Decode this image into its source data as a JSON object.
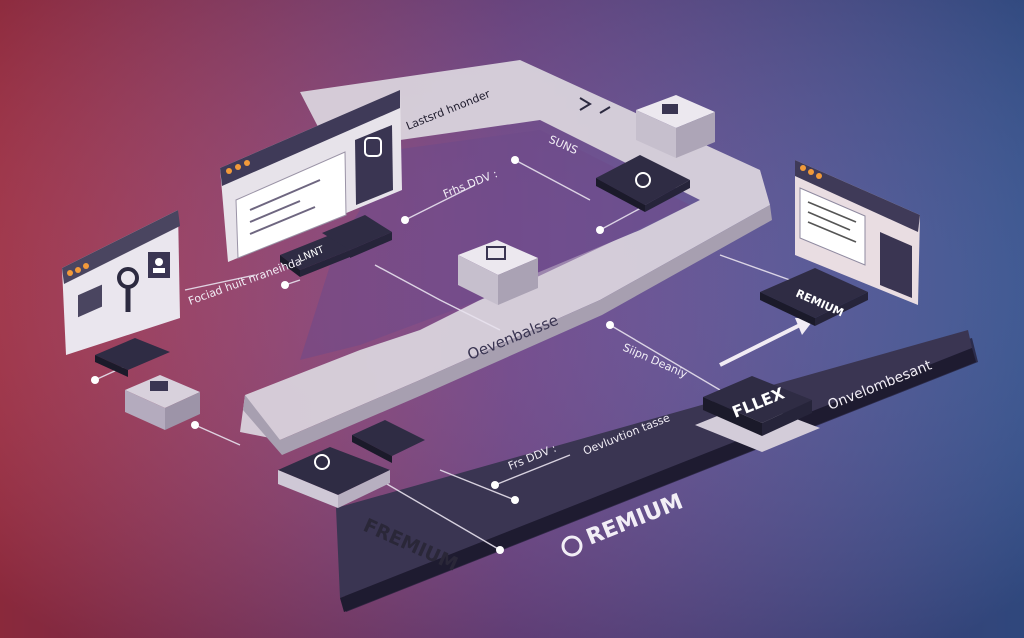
{
  "colors": {
    "bg_left": "#b8364f",
    "bg_mid": "#6b3f86",
    "bg_right": "#3f5fa6",
    "board": "#3a3552",
    "track": "#d9d3dc",
    "chip": "#2f2c44",
    "window": "#e7e3ea",
    "accent_orange": "#f29a3a"
  },
  "diagram": {
    "labels": {
      "top_center": "Lastsrd hnonder",
      "mid_left": "Frhs DDV :",
      "left_module": "Fociad huit nraneihda",
      "center_track": "Oevenbalsse",
      "mid_right": "Siipn Deaniy",
      "lower_mid": "Frs DDV :",
      "lower_right_text": "Oevluvtion tasse",
      "right_edge": "Onvelombesant",
      "bottom_left_board": "FREMIUM",
      "bottom_board": "REMIUM",
      "chip_flex": "FLLEX",
      "chip_premium": "REMIUM",
      "small_pad": "LNNT",
      "chip_top_text": "SUNS"
    },
    "icons": [
      "browser-window-icon",
      "search-icon",
      "user-icon",
      "shield-icon",
      "processor-chip-icon",
      "arrow-icon",
      "server-block-icon"
    ]
  }
}
